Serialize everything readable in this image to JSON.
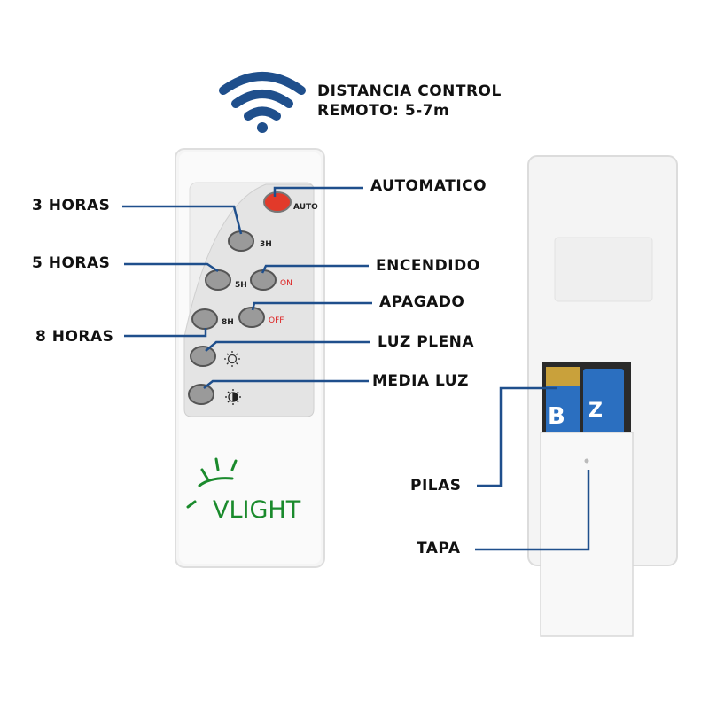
{
  "header": {
    "title_line1": "DISTANCIA CONTROL",
    "title_line2": "REMOTO: 5-7m"
  },
  "icons": {
    "signal": "wifi-signal-icon",
    "full_light": "sun-icon",
    "half_light": "half-sun-icon"
  },
  "callouts": {
    "automatico": "AUTOMATICO",
    "tres_horas": "3 HORAS",
    "cinco_horas": "5 HORAS",
    "encendido": "ENCENDIDO",
    "apagado": "APAGADO",
    "ocho_horas": "8 HORAS",
    "luz_plena": "LUZ PLENA",
    "media_luz": "MEDIA LUZ",
    "pilas": "PILAS",
    "tapa": "TAPA"
  },
  "remote": {
    "buttons": {
      "auto": "AUTO",
      "h3": "3H",
      "h5": "5H",
      "on": "ON",
      "h8": "8H",
      "off": "OFF"
    },
    "brand": "VLIGHT"
  },
  "battery": {
    "left_text": "B",
    "right_text": "Z"
  },
  "colors": {
    "accent_blue": "#1f4f8c",
    "line_blue": "#1f4f8c",
    "auto_button": "#e23a2a",
    "brand_green": "#1a8a2c",
    "battery_blue": "#2b6fc0",
    "battery_gold": "#c9a13b"
  }
}
